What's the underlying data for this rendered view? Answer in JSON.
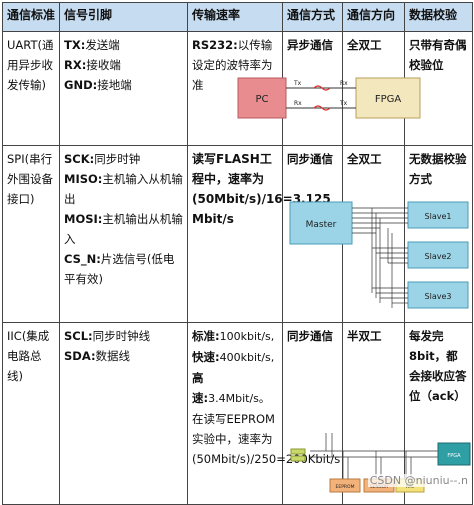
{
  "headers": [
    "通信标准",
    "信号引脚",
    "传输速率",
    "通信方式",
    "通信方向",
    "数据校验"
  ],
  "uart": {
    "standard": "UART(通用异步收发传输)",
    "pins": [
      {
        "name": "TX:",
        "desc": "发送端"
      },
      {
        "name": "RX:",
        "desc": "接收端"
      },
      {
        "name": "GND:",
        "desc": "接地端"
      }
    ],
    "rate_bold": "RS232:",
    "rate_text": "以传输设定的波特率为准",
    "mode": "异步通信",
    "direction": "全双工",
    "check": "只带有奇偶校验位",
    "diagram": {
      "left": "PC",
      "right": "FPGA",
      "tx": "Tx",
      "rx": "Rx"
    }
  },
  "spi": {
    "standard": "SPI(串行外围设备接口)",
    "pins": [
      {
        "name": "SCK:",
        "desc": "同步时钟"
      },
      {
        "name": "MISO:",
        "desc": "主机输入从机输出"
      },
      {
        "name": "MOSI:",
        "desc": "主机输出从机输入"
      },
      {
        "name": "CS_N:",
        "desc": "片选信号(低电平有效)"
      }
    ],
    "rate": "读写FLASH工程中，速率为(50Mbit/s)/16=3.125 Mbit/s",
    "mode": "同步通信",
    "direction": "全双工",
    "check": "无数据校验方式",
    "diagram": {
      "master": "Master",
      "slaves": [
        "Slave1",
        "Slave2",
        "Slave3"
      ]
    }
  },
  "iic": {
    "standard": "IIC(集成电路总线)",
    "pins": [
      {
        "name": "SCL:",
        "desc": "同步时钟线"
      },
      {
        "name": "SDA:",
        "desc": "数据线"
      }
    ],
    "rates": [
      {
        "label": "标准:",
        "value": "100kbit/s,"
      },
      {
        "label": "快速:",
        "value": "400kbit/s,"
      },
      {
        "label": "高速:",
        "value": "3.4Mbit/s。"
      }
    ],
    "rate_note": "在读写EEPROM实验中，速率为(50Mbit/s)/250=200Kbit/s",
    "mode": "同步通信",
    "direction": "半双工",
    "check": "每发完8bit，都会接收应答位（ack）",
    "diagram": {
      "devices": [
        "EEPROM",
        "SENSOR",
        "RTC"
      ],
      "fpga": "FPGA"
    }
  },
  "watermark": "CSDN @niuniu--.n"
}
